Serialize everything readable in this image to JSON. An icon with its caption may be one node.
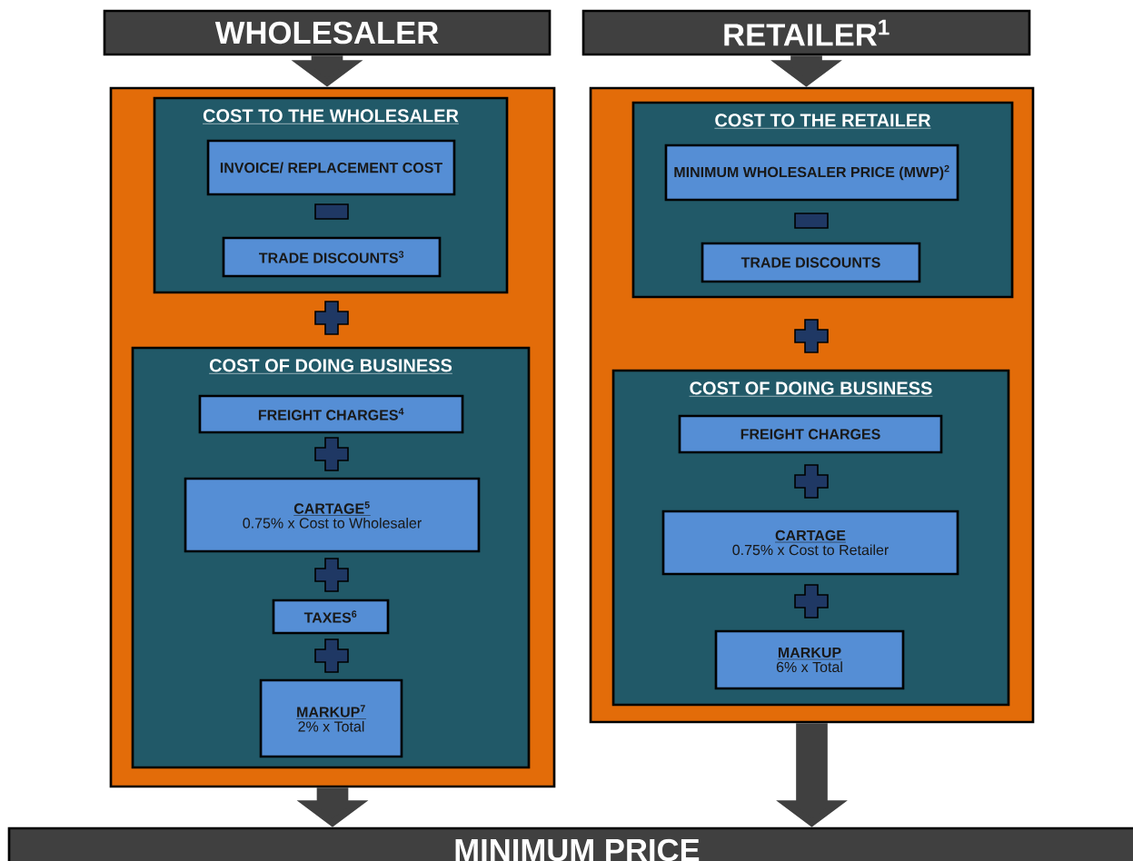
{
  "diagram": {
    "nodes": [
      {
        "text": [
          "WHOLESALER"
        ]
      },
      {
        "text": [
          "RETAILER$^{1}$"
        ]
      },
      {
        "text": [],
        "shape": "box"
      },
      {
        "text": [
          "COST TO THE WHOLESALER"
        ],
        "in": 2
      },
      {
        "text": [
          "INVOICE/ REPLACEMENT COST"
        ],
        "in": 3
      },
      {
        "text": [
          "TRADE DISCOUNTS$^{3}$"
        ],
        "in": 3
      },
      {
        "text": [
          "COST OF DOING BUSINESS"
        ],
        "in": 2
      },
      {
        "text": [
          "FREIGHT CHARGES$^{4}$"
        ],
        "in": 6
      },
      {
        "text": [
          "CARTAGE$^{5}$",
          "0.75% x Cost to Wholesaler"
        ],
        "in": 6
      },
      {
        "text": [
          "TAXES$^{6}$"
        ],
        "in": 6
      },
      {
        "text": [
          "MARKUP$^{7}$",
          "2% x Total"
        ],
        "in": 6
      },
      {
        "text": [],
        "shape": "box"
      },
      {
        "text": [
          "COST TO THE RETAILER"
        ],
        "in": 11
      },
      {
        "text": [
          "MINIMUM WHOLESALER PRICE (MWP)$^{2}$"
        ],
        "in": 12
      },
      {
        "text": [
          "TRADE DISCOUNTS"
        ],
        "in": 12
      },
      {
        "text": [
          "COST OF DOING BUSINESS"
        ],
        "in": 11
      },
      {
        "text": [
          "FREIGHT CHARGES"
        ],
        "in": 15
      },
      {
        "text": [
          "CARTAGE",
          "0.75% x Cost to Retailer"
        ],
        "in": 15
      },
      {
        "text": [
          "MARKUP",
          "6% x Total"
        ],
        "in": 15
      },
      {
        "text": [
          "MINIMUM PRICE"
        ]
      }
    ],
    "edges": [
      {
        "from": 0,
        "to": 2,
        "arrow": "to"
      },
      {
        "from": 1,
        "to": 11,
        "arrow": "to"
      },
      {
        "from": 2,
        "to": 19,
        "arrow": "to"
      },
      {
        "from": 11,
        "to": 19,
        "arrow": "to"
      }
    ]
  }
}
